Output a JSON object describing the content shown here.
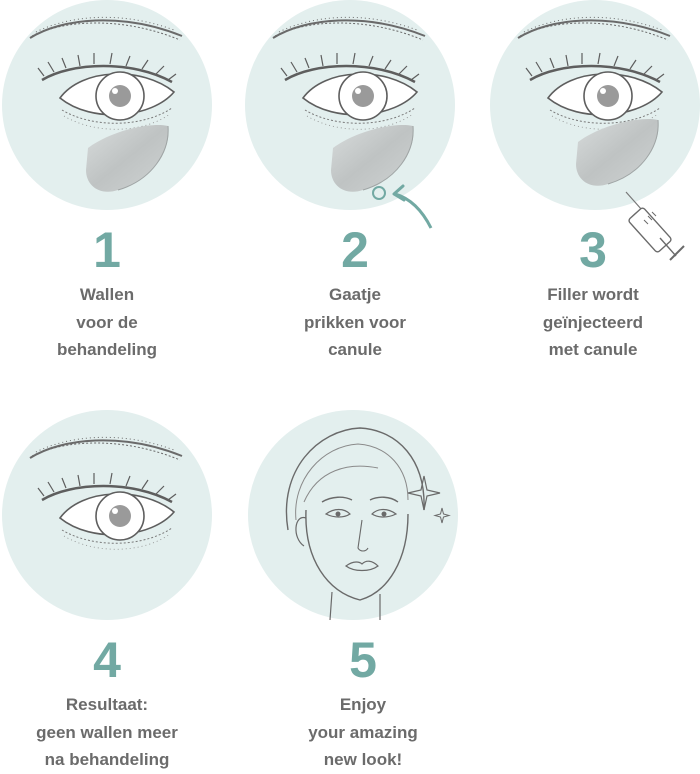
{
  "steps": [
    {
      "number": "1",
      "lines": [
        "Wallen",
        "voor de",
        "behandeling"
      ],
      "illustration": "eye-with-eyebag-icon"
    },
    {
      "number": "2",
      "lines": [
        "Gaatje",
        "prikken voor",
        "canule"
      ],
      "illustration": "eye-with-puncture-icon"
    },
    {
      "number": "3",
      "lines": [
        "Filler wordt",
        "geïnjecteerd",
        "met canule"
      ],
      "illustration": "eye-with-syringe-icon"
    },
    {
      "number": "4",
      "lines": [
        "Resultaat:",
        "geen wallen meer",
        "na behandeling"
      ],
      "illustration": "eye-without-eyebag-icon"
    },
    {
      "number": "5",
      "lines": [
        "Enjoy",
        "your amazing",
        "new look!"
      ],
      "illustration": "face-with-sparkles-icon"
    }
  ],
  "colors": {
    "circle": "#e3efee",
    "accent": "#72a9a3",
    "text": "#6b6b6b",
    "line": "#6a6a6a"
  }
}
